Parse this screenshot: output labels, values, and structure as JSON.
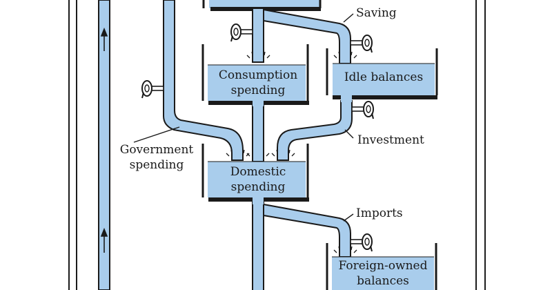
{
  "labels": {
    "saving": "Saving",
    "investment": "Investment",
    "government_line1": "Government",
    "government_line2": "spending",
    "imports": "Imports"
  },
  "tanks": {
    "consumption": {
      "line1": "Consumption",
      "line2": "spending"
    },
    "idle": {
      "line1": "Idle balances"
    },
    "domestic": {
      "line1": "Domestic",
      "line2": "spending"
    },
    "foreign": {
      "line1": "Foreign-owned",
      "line2": "balances"
    }
  },
  "colors": {
    "water": "#a9cdec",
    "ink": "#1a1a1a",
    "paper": "#ffffff"
  },
  "icons": [
    "valve-wheel-icon",
    "flow-arrow-icon"
  ]
}
